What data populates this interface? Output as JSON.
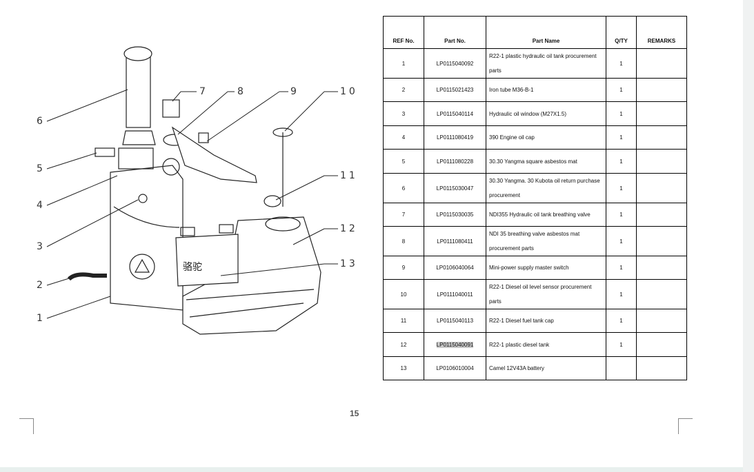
{
  "table": {
    "headers": [
      "REF No.",
      "Part No.",
      "Part Name",
      "Q/TY",
      "REMARKS"
    ],
    "rows": [
      {
        "ref": "1",
        "part_no": "LP0115040092",
        "name": "R22-1 plastic hydraulic oil tank procurement parts",
        "qty": "1",
        "remarks": ""
      },
      {
        "ref": "2",
        "part_no": "LP0115021423",
        "name": "Iron tube M36-B-1",
        "qty": "1",
        "remarks": ""
      },
      {
        "ref": "3",
        "part_no": "LP0115040114",
        "name": "Hydraulic oil window (M27X1.5)",
        "qty": "1",
        "remarks": ""
      },
      {
        "ref": "4",
        "part_no": "LP0111080419",
        "name": "390 Engine oil cap",
        "qty": "1",
        "remarks": ""
      },
      {
        "ref": "5",
        "part_no": "LP0111080228",
        "name": "30.30 Yangma square asbestos mat",
        "qty": "1",
        "remarks": ""
      },
      {
        "ref": "6",
        "part_no": "LP0115030047",
        "name": "30.30 Yangma. 30 Kubota oil return purchase procurement",
        "qty": "1",
        "remarks": ""
      },
      {
        "ref": "7",
        "part_no": "LP0115030035",
        "name": "NDI355 Hydraulic oil tank breathing valve",
        "qty": "1",
        "remarks": ""
      },
      {
        "ref": "8",
        "part_no": "LP0111080411",
        "name": "NDI 35 breathing valve asbestos mat procurement parts",
        "qty": "1",
        "remarks": ""
      },
      {
        "ref": "9",
        "part_no": "LP0106040064",
        "name": "Mini-power supply master switch",
        "qty": "1",
        "remarks": ""
      },
      {
        "ref": "10",
        "part_no": "LP0111040011",
        "name": "R22-1 Diesel oil level sensor procurement parts",
        "qty": "1",
        "remarks": ""
      },
      {
        "ref": "11",
        "part_no": "LP0115040113",
        "name": "R22-1 Diesel fuel tank cap",
        "qty": "1",
        "remarks": ""
      },
      {
        "ref": "12",
        "part_no": "LP0115040091",
        "name": "R22-1 plastic diesel tank",
        "qty": "1",
        "remarks": ""
      },
      {
        "ref": "13",
        "part_no": "LP0106010004",
        "name": "Camel 12V43A battery",
        "qty": "",
        "remarks": ""
      }
    ]
  },
  "diagram": {
    "callouts": [
      "1",
      "2",
      "3",
      "4",
      "5",
      "6",
      "7",
      "8",
      "9",
      "10",
      "11",
      "12",
      "13"
    ],
    "battery_text": "骆驼"
  },
  "page_number": "15"
}
